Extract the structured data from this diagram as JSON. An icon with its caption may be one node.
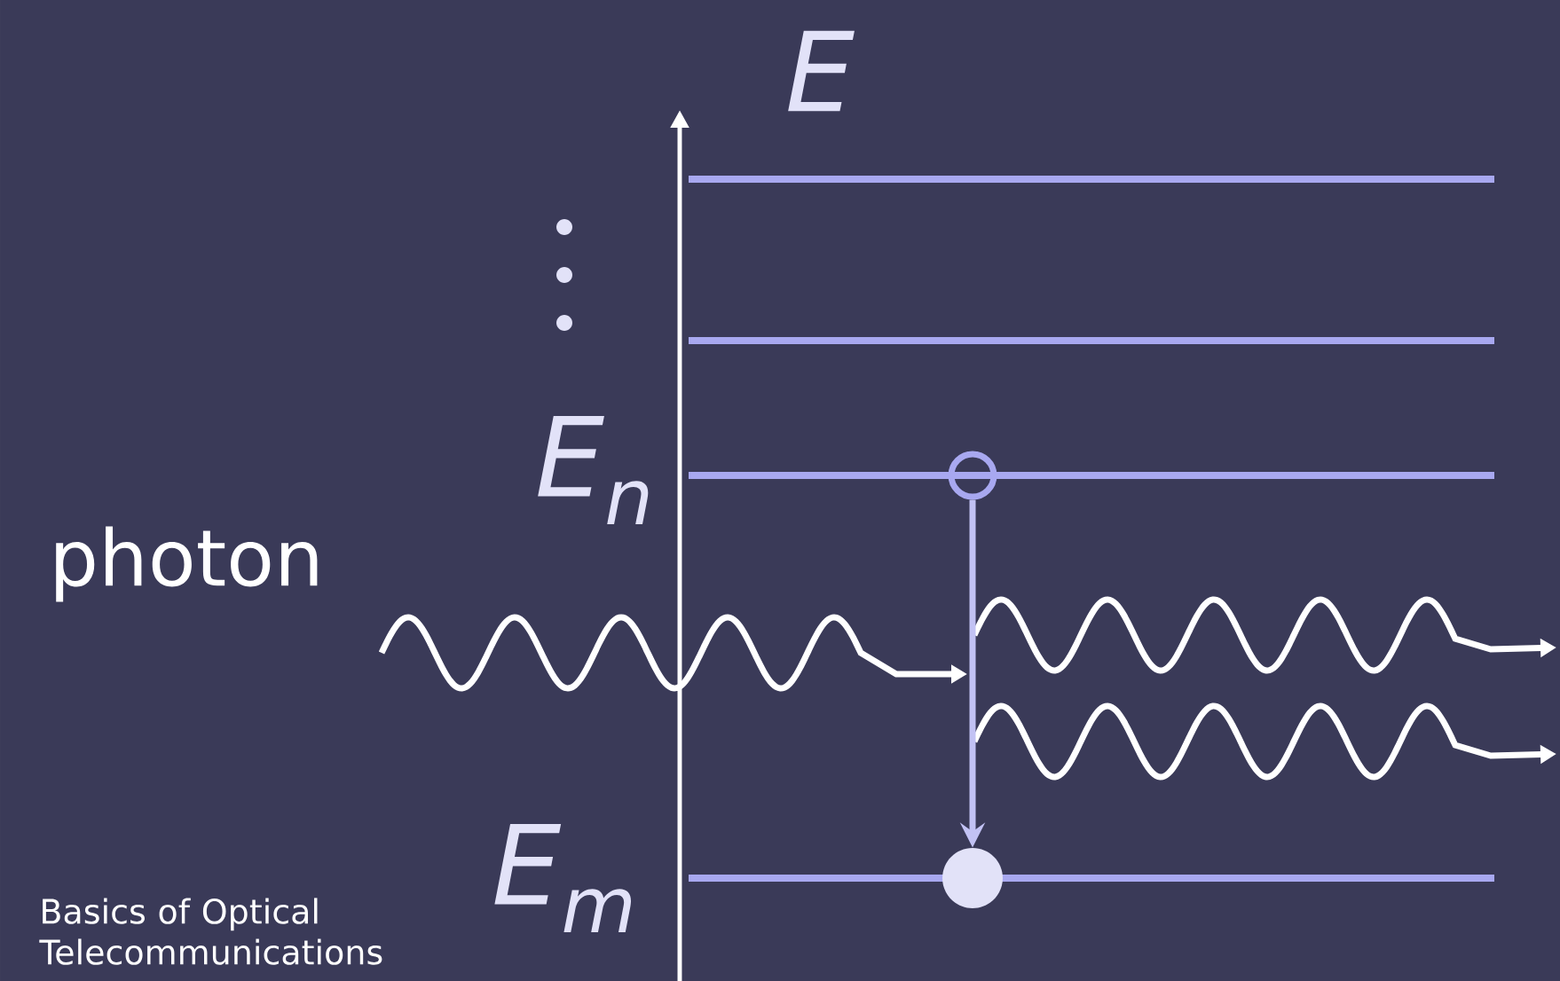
{
  "diagram": {
    "nodes": [
      {
        "text": [],
        "shape": "circle"
      },
      {
        "text": [],
        "shape": "circle"
      }
    ],
    "edges": [
      {
        "from": 0,
        "to": 1,
        "arrow": "to"
      }
    ],
    "labels": [
      "E",
      "E$_{n}$",
      "E$_{m}$",
      "photon",
      "Basics of Optical Telecommunications"
    ]
  }
}
